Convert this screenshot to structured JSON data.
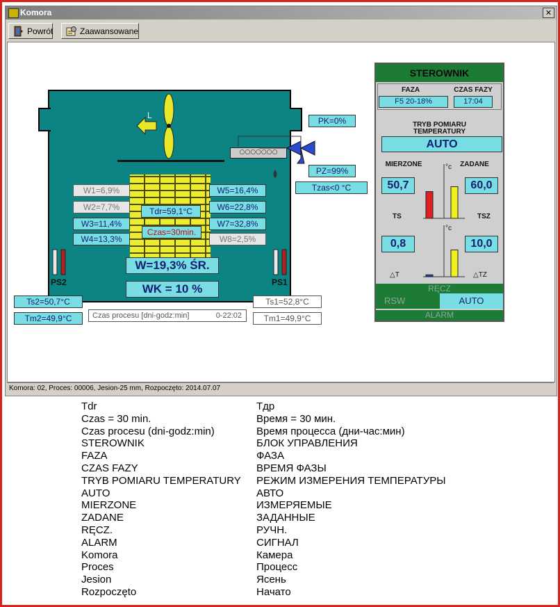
{
  "window": {
    "title": "Komora",
    "close_label": "✕"
  },
  "toolbar": {
    "back_label": "Powrót",
    "advanced_label": "Zaawansowane"
  },
  "chamber": {
    "fan_direction": "L",
    "pk": "PK=0%",
    "pz": "PZ=99%",
    "tzas": "Tzas<0 °C",
    "w1": "W1=6,9%",
    "w2": "W2=7,7%",
    "w3": "W3=11,4%",
    "w4": "W4=13,3%",
    "w5": "W5=16,4%",
    "w6": "W6=22,8%",
    "w7": "W7=32,8%",
    "w8": "W8=2,5%",
    "tdr": "Tdr=59,1°C",
    "czas": "Czas=30min.",
    "w_avg": "W=19,3% ŚR.",
    "wk": "WK = 10 %",
    "ps2": "PS2",
    "ps1": "PS1",
    "ts2": "Ts2=50,7°C",
    "tm2": "Tm2=49,9°C",
    "ts1": "Ts1=52,8°C",
    "tm1": "Tm1=49,9°C",
    "process_time_label": "Czas procesu [dni-godz:min]",
    "process_time_value": "0-22:02"
  },
  "sterownik": {
    "title": "STEROWNIK",
    "faza_label": "FAZA",
    "faza_value": "F5 20-18%",
    "czas_fazy_label": "CZAS FAZY",
    "czas_fazy_value": "17:04",
    "tryb_label_1": "TRYB POMIARU",
    "tryb_label_2": "TEMPERATURY",
    "tryb_value": "AUTO",
    "mierzone": "MIERZONE",
    "zadane": "ZADANE",
    "axis_unit": "°c",
    "ts_value": "50,7",
    "tsz_value": "60,0",
    "ts_label": "TS",
    "tsz_label": "TSZ",
    "dt_value": "0,8",
    "dtz_value": "10,0",
    "dt_label": "△T",
    "dtz_label": "△TZ",
    "bar_ts_level": 0.55,
    "bar_tsz_level": 0.65,
    "bar_dt_level": 0.04,
    "bar_dtz_level": 0.55,
    "recz": "RĘCZ",
    "rsw": "RSW",
    "auto": "AUTO",
    "alarm": "ALARM"
  },
  "status": "Komora: 02,  Proces: 00006,  Jesion-25 mm,  Rozpoczęto: 2014.07.07",
  "translations": [
    [
      "Tdr",
      "Тдр"
    ],
    [
      "Czas = 30 min.",
      "Время = 30 мин."
    ],
    [
      "Czas procesu (dni-godz:min)",
      "Время процесса (дни-час:мин)"
    ],
    [
      "STEROWNIK",
      "БЛОК УПРАВЛЕНИЯ"
    ],
    [
      "FAZA",
      "ФАЗА"
    ],
    [
      "CZAS FAZY",
      "ВРЕМЯ ФАЗЫ"
    ],
    [
      "TRYB POMIARU TEMPERATURY",
      "РЕЖИМ ИЗМЕРЕНИЯ ТЕМПЕРАТУРЫ"
    ],
    [
      "AUTO",
      "АВТО"
    ],
    [
      "MIERZONE",
      "ИЗМЕРЯЕМЫЕ"
    ],
    [
      "ZADANE",
      "ЗАДАННЫЕ"
    ],
    [
      "RĘCZ.",
      "РУЧН."
    ],
    [
      "ALARM",
      "СИГНАЛ"
    ],
    [
      "Komora",
      "Камера"
    ],
    [
      "Proces",
      "Процесс"
    ],
    [
      "Jesion",
      "Ясень"
    ],
    [
      "Rozpoczęto",
      "Начато"
    ]
  ],
  "colors": {
    "chamber": "#0c8484",
    "value_box": "#79dde4",
    "header_green": "#1e7b36",
    "frame_red": "#d9231f"
  }
}
